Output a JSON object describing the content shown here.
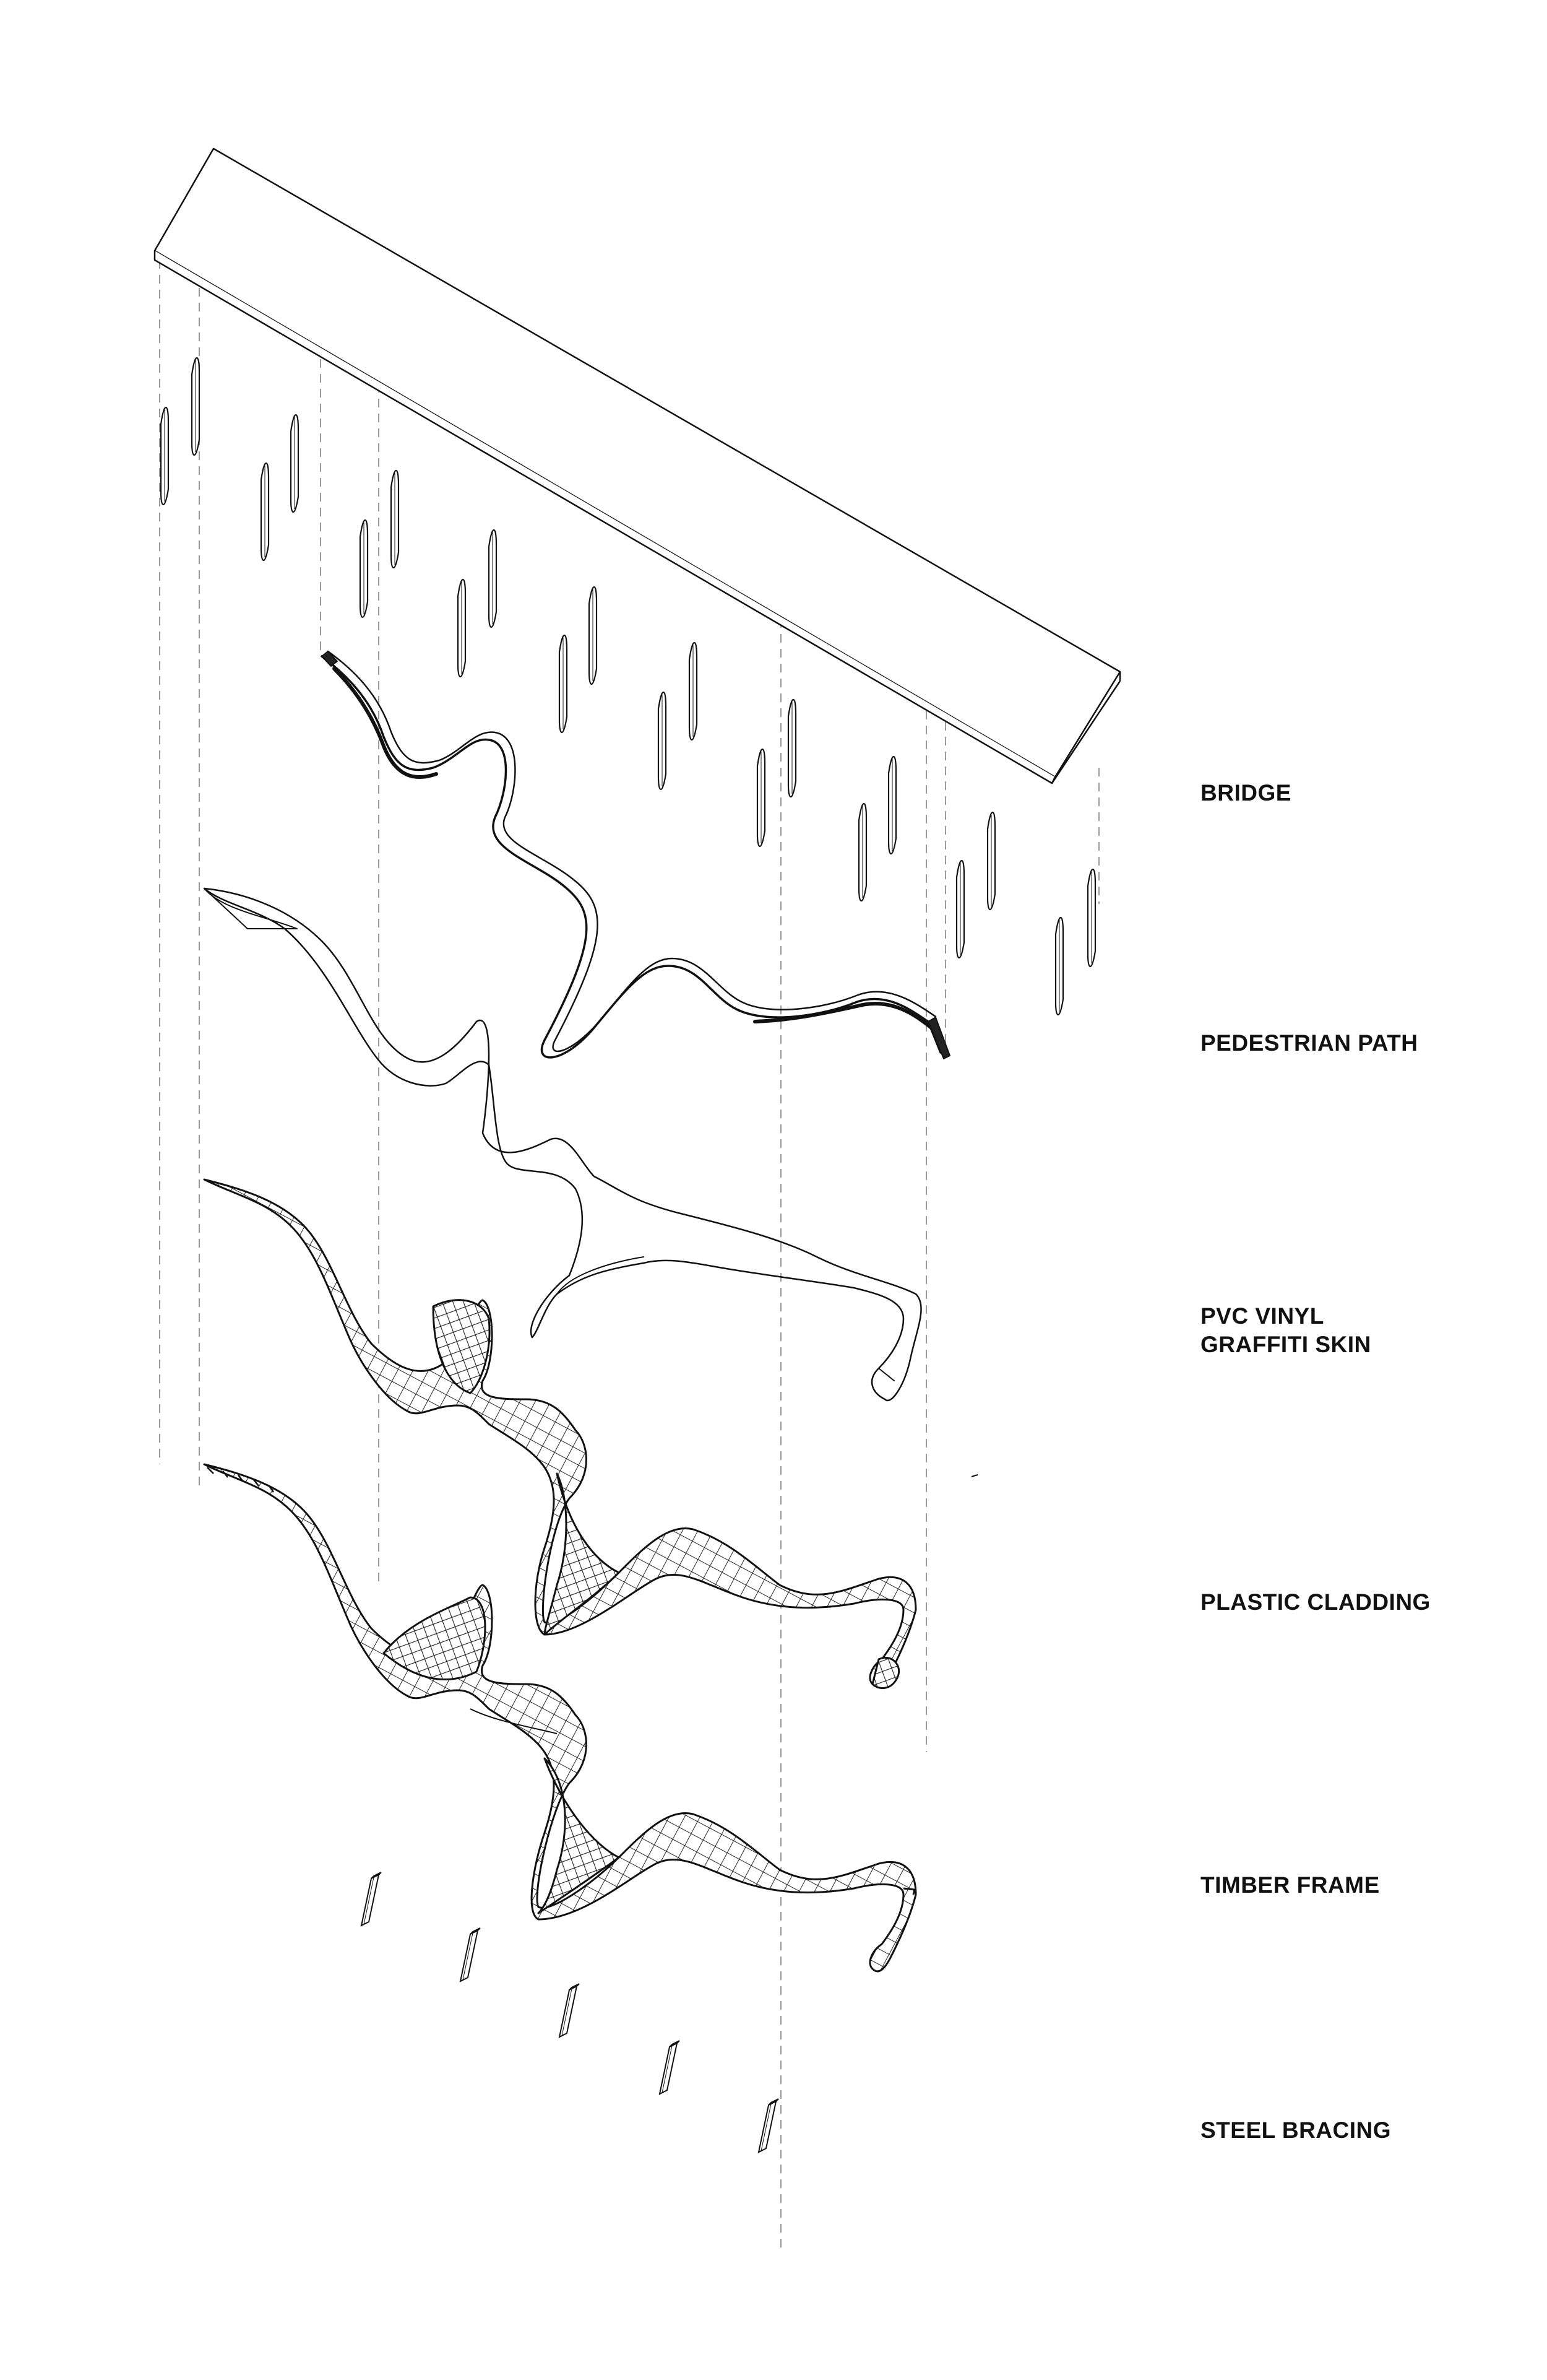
{
  "layers": [
    {
      "id": "bridge",
      "lines": [
        "BRIDGE"
      ]
    },
    {
      "id": "pedestrian-path",
      "lines": [
        "PEDESTRIAN PATH"
      ]
    },
    {
      "id": "pvc-vinyl-graffiti-skin",
      "lines": [
        "PVC VINYL",
        "GRAFFITI SKIN"
      ]
    },
    {
      "id": "plastic-cladding",
      "lines": [
        "PLASTIC CLADDING"
      ]
    },
    {
      "id": "timber-frame",
      "lines": [
        "TIMBER FRAME"
      ]
    },
    {
      "id": "steel-bracing",
      "lines": [
        "STEEL BRACING"
      ]
    }
  ],
  "colors": {
    "ink": "#111111",
    "guide": "#9a9a9a",
    "background": "#ffffff"
  }
}
